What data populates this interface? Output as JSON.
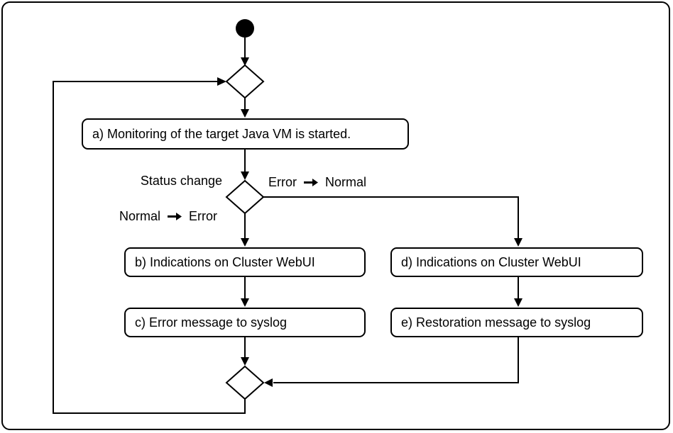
{
  "diagram": {
    "nodes": {
      "a": "a) Monitoring of the target Java VM is started.",
      "b": "b) Indications on Cluster WebUI",
      "c": "c) Error message to syslog",
      "d": "d) Indications on Cluster WebUI",
      "e": "e) Restoration message to syslog"
    },
    "labels": {
      "status_change": "Status change",
      "branch_right": {
        "from": "Error",
        "to": "Normal"
      },
      "branch_down": {
        "from": "Normal",
        "to": "Error"
      }
    },
    "colors": {
      "line": "#000000",
      "background": "#ffffff"
    }
  }
}
